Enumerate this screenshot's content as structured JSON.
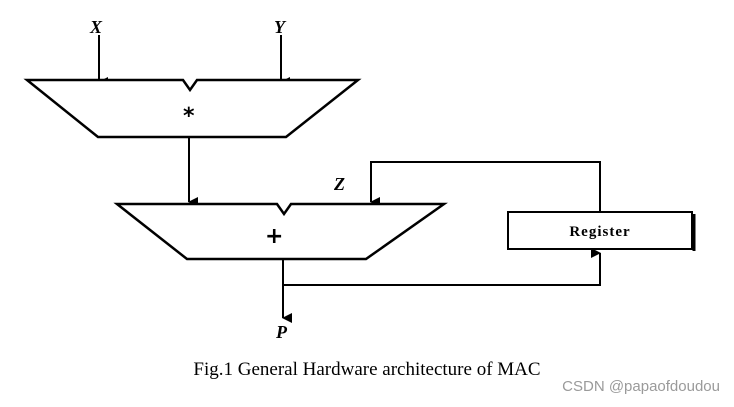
{
  "inputs": {
    "x": "X",
    "y": "Y",
    "z": "Z"
  },
  "output": "P",
  "multiplier_symbol": "*",
  "adder_symbol": "+",
  "register_label": "Register",
  "caption": "Fig.1 General Hardware architecture of MAC",
  "watermark": "CSDN @papaofdoudou"
}
